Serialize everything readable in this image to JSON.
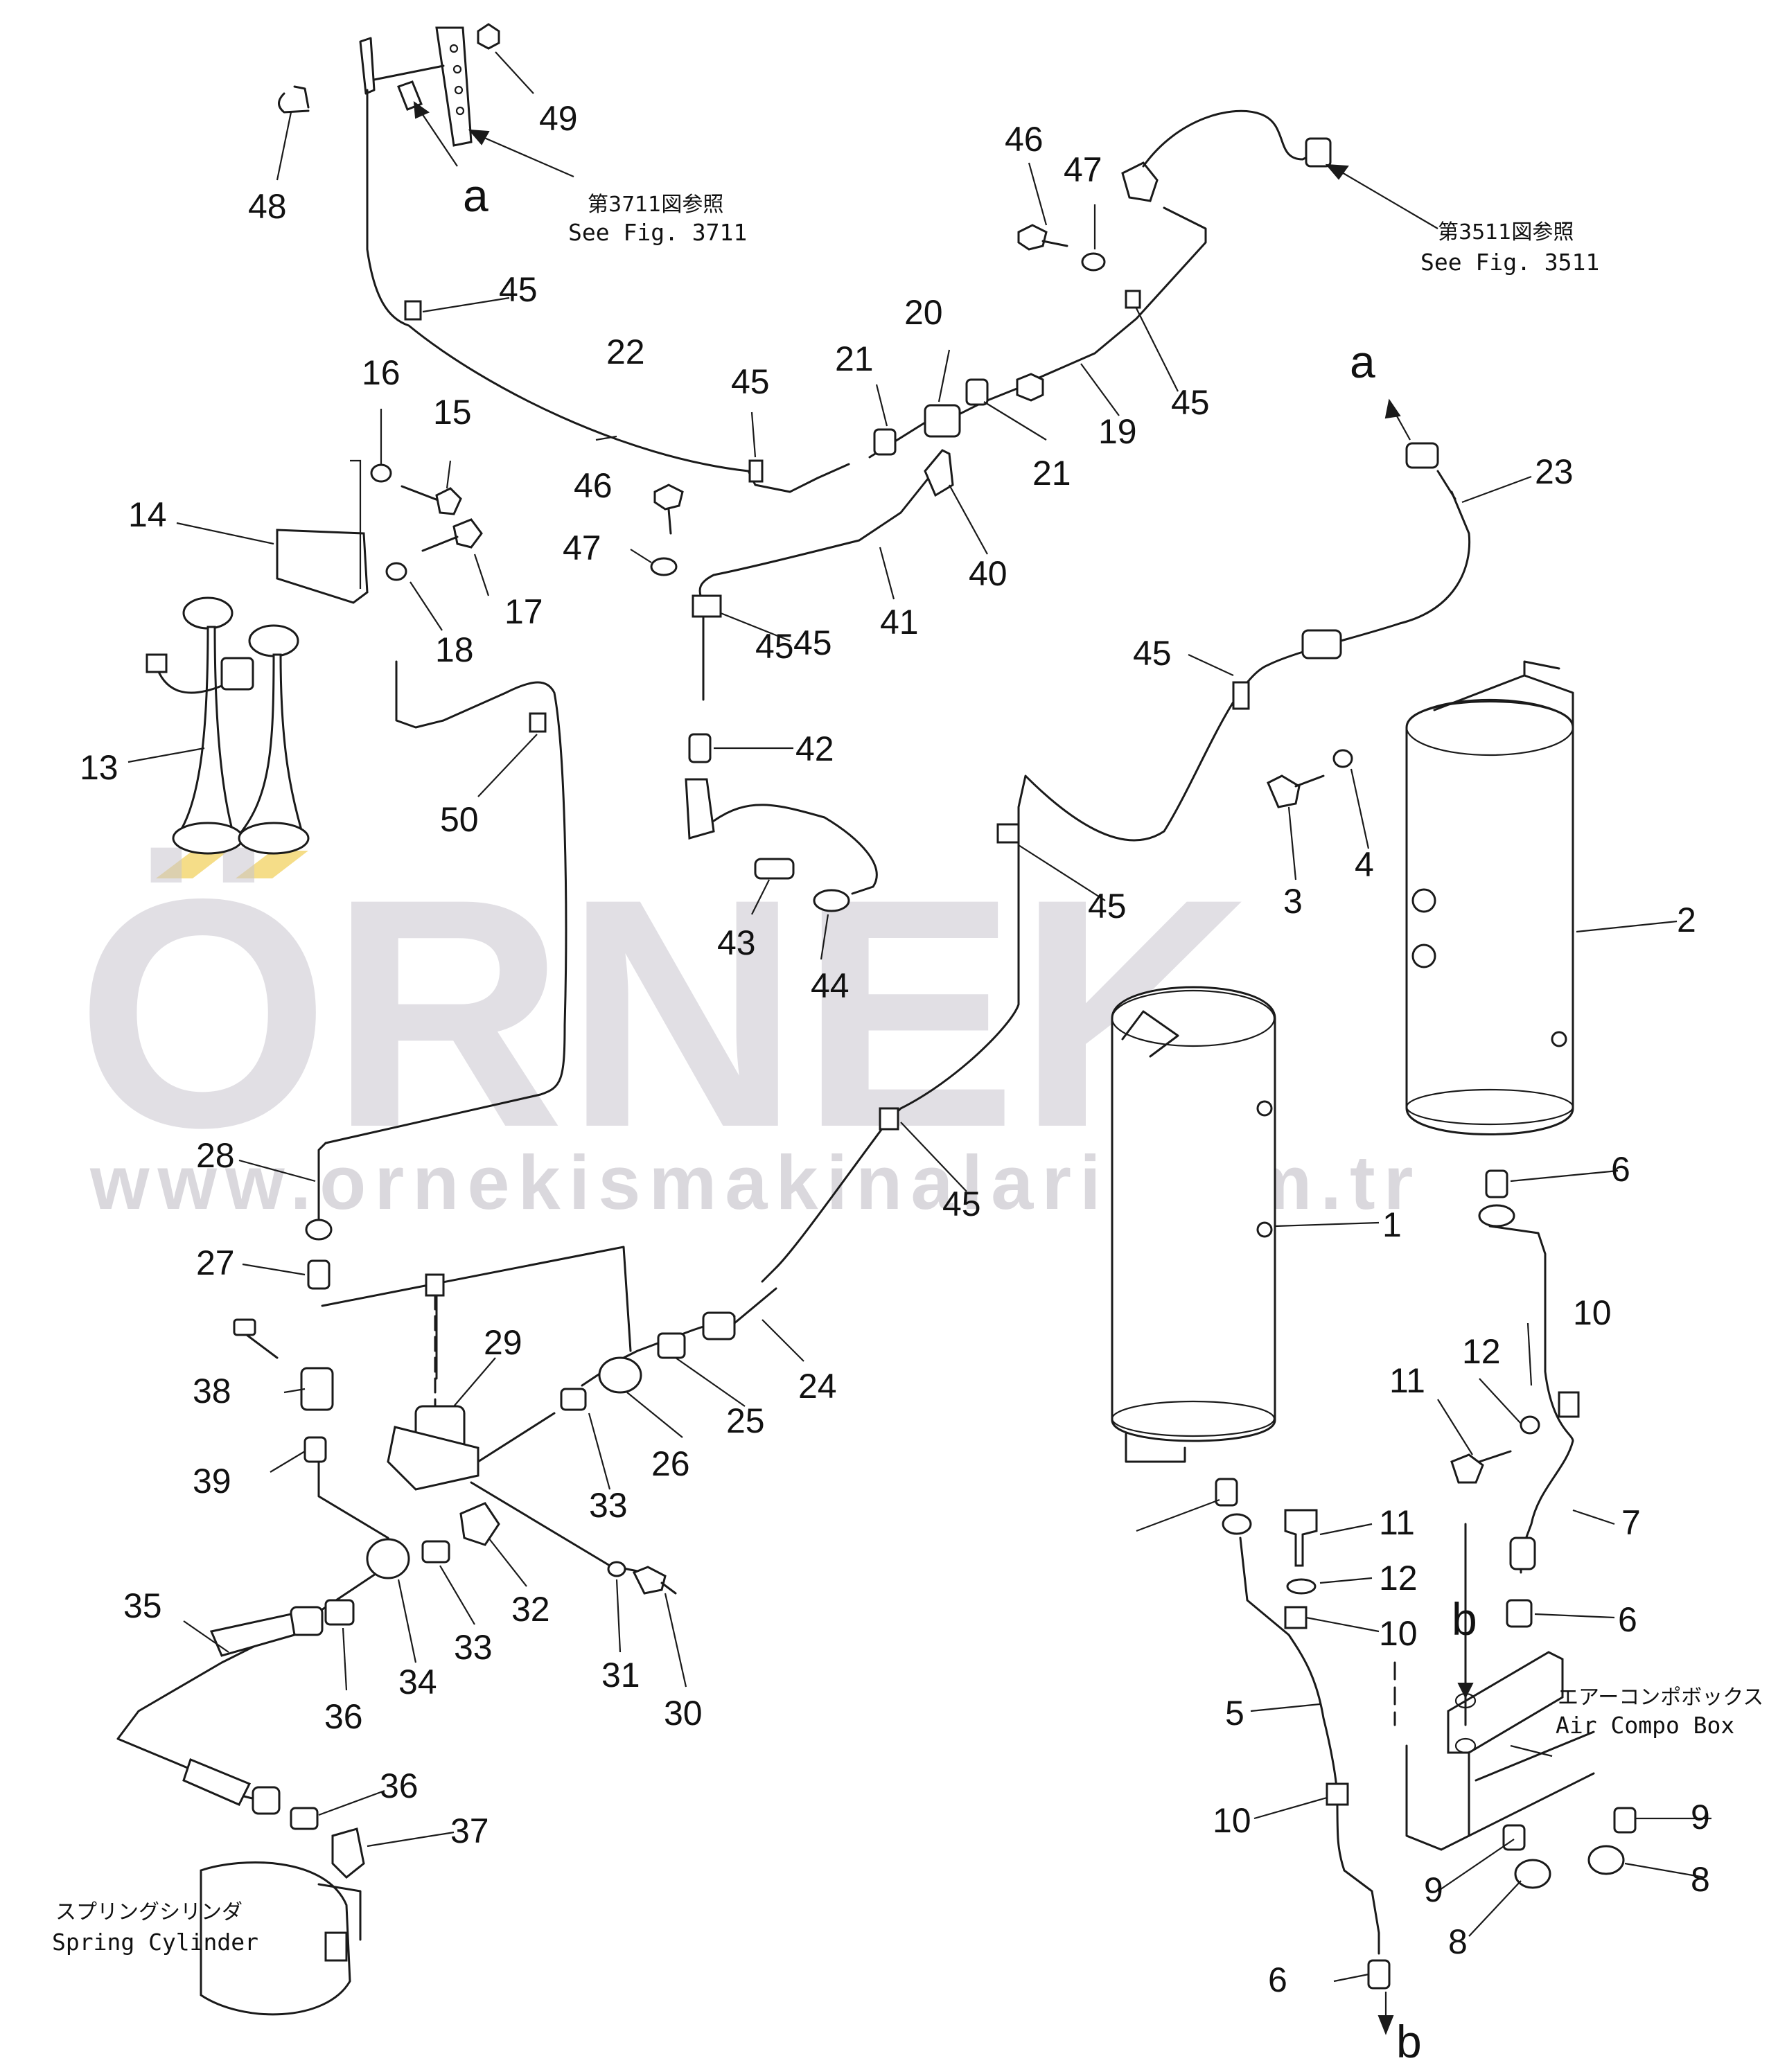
{
  "watermark": {
    "brand": "ÖRNEK",
    "url": "www.ornekismakinalari.com.tr"
  },
  "notes": {
    "fig3711_jp": "第3711図参照",
    "fig3711_en": "See Fig. 3711",
    "fig3511_jp": "第3511図参照",
    "fig3511_en": "See Fig. 3511",
    "air_box_jp": "エアーコンポボックス",
    "air_box_en": "Air Compo Box",
    "spring_jp": "スプリングシリンダ",
    "spring_en": "Spring Cylinder"
  },
  "arrows": {
    "a1": "a",
    "a2": "a",
    "b1": "b",
    "b2": "b"
  },
  "callouts": [
    "48",
    "49",
    "45",
    "22",
    "16",
    "15",
    "14",
    "17",
    "18",
    "13",
    "50",
    "46",
    "47",
    "45",
    "21",
    "20",
    "19",
    "45",
    "21",
    "45",
    "40",
    "41",
    "45",
    "42",
    "43",
    "44",
    "46",
    "47",
    "23",
    "45",
    "3",
    "4",
    "2",
    "45",
    "45",
    "28",
    "27",
    "29",
    "38",
    "39",
    "33",
    "26",
    "25",
    "24",
    "32",
    "33",
    "34",
    "36",
    "35",
    "31",
    "30",
    "36",
    "37",
    "1",
    "6",
    "10",
    "12",
    "11",
    "7",
    "6",
    "11",
    "12",
    "10",
    "5",
    "10",
    "9",
    "9",
    "8",
    "8",
    "6"
  ]
}
